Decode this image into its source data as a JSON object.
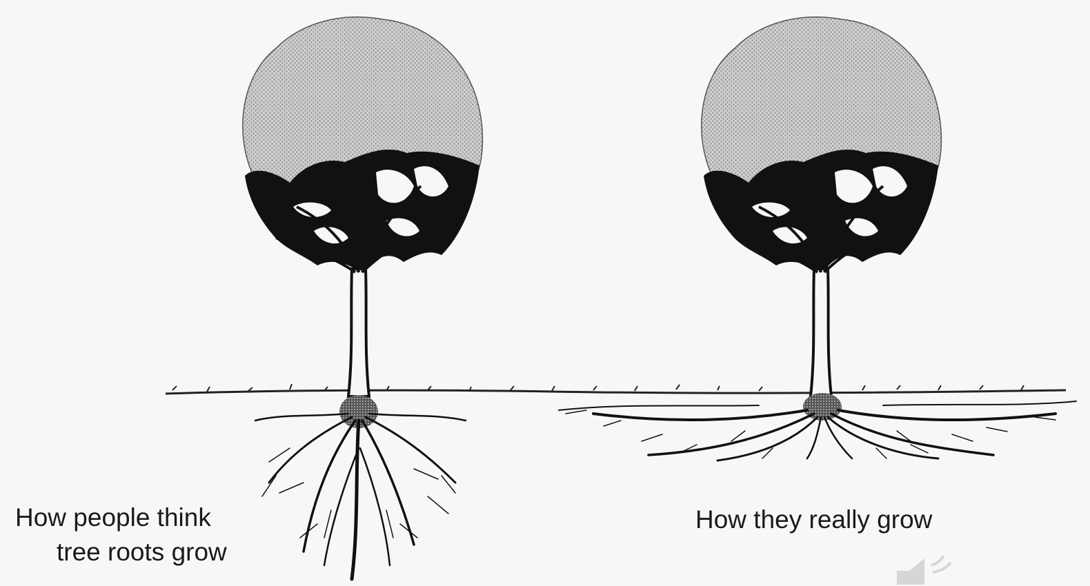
{
  "diagram": {
    "left_panel": {
      "caption_line1": "How people think",
      "caption_line2": "tree roots grow"
    },
    "right_panel": {
      "caption": "How they really grow"
    }
  },
  "controls": {
    "audio_icon": "speaker-icon"
  }
}
